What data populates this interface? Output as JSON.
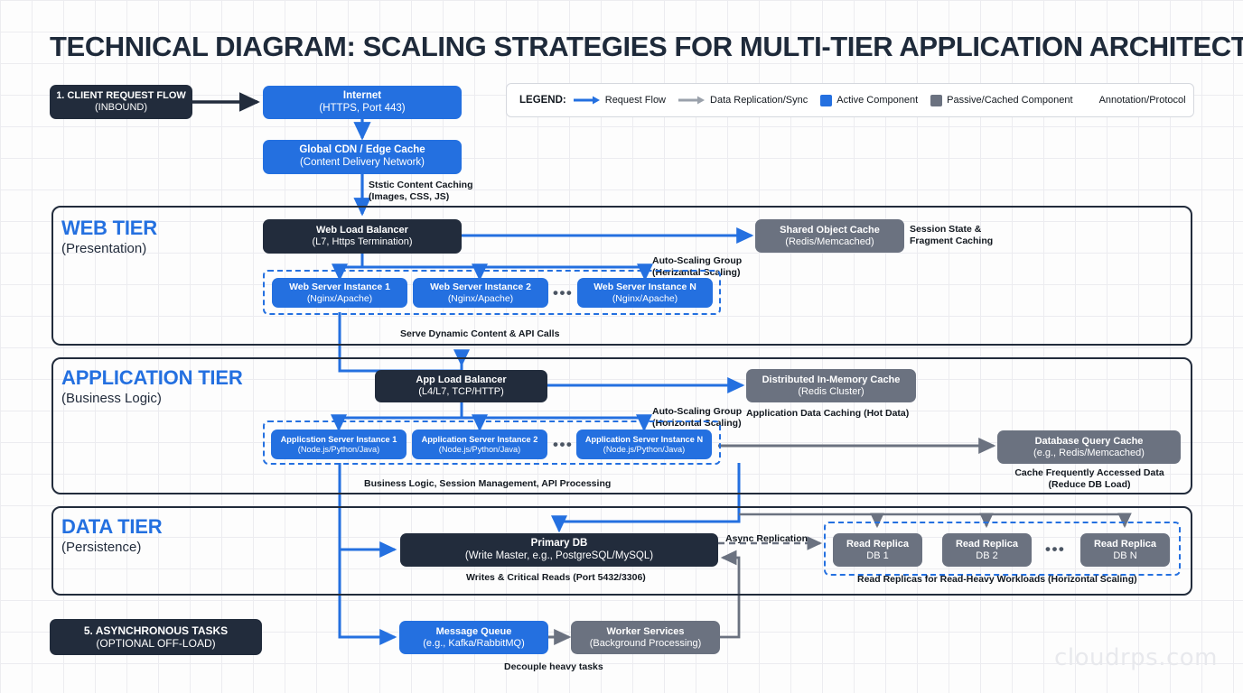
{
  "title": "TECHNICAL DIAGRAM: SCALING STRATEGIES FOR MULTI-TIER APPLICATION ARCHITECTURE",
  "watermark": "cloudrps.com",
  "colors": {
    "active_component": "#2470e0",
    "passive_component": "#6b7280",
    "dark_node": "#222c3c",
    "tier_label": "#2470e0",
    "request_flow_arrow": "#2470e0",
    "replication_arrow": "#6b7280",
    "canvas": "#fdfdfd",
    "grid": "#ececf0"
  },
  "legend": {
    "label": "LEGEND:",
    "items": [
      {
        "icon": "arrow-blue",
        "text": "Request Flow"
      },
      {
        "icon": "arrow-grey",
        "text": "Data Replication/Sync"
      },
      {
        "icon": "swatch-blue",
        "text": "Active Component"
      },
      {
        "icon": "swatch-grey",
        "text": "Passive/Cached Component"
      },
      {
        "icon": "none",
        "text": "Annotation/Protocol"
      }
    ]
  },
  "inbound": {
    "stage_box": {
      "l1": "1. CLIENT REQUEST FLOW",
      "l2": "(INBOUND)"
    },
    "internet": {
      "l1": "Internet",
      "l2": "(HTTPS, Port 443)"
    },
    "cdn": {
      "l1": "Global CDN / Edge Cache",
      "l2": "(Content Delivery Network)"
    },
    "cdn_annotation": {
      "l1": "Ststic Content Caching",
      "l2": "(Images, CSS, JS)"
    }
  },
  "web_tier": {
    "title": "WEB TIER",
    "subtitle": "(Presentation)",
    "load_balancer": {
      "l1": "Web Load Balancer",
      "l2": "(L7, Https Termination)"
    },
    "shared_cache": {
      "l1": "Shared Object Cache",
      "l2": "(Redis/Memcached)"
    },
    "shared_cache_annotation": {
      "l1": "Session State &",
      "l2": "Fragment Caching"
    },
    "autoscaling_annotation": {
      "l1": "Auto-Scaling Group",
      "l2": "(Herizantal Scaling)"
    },
    "instances": [
      {
        "l1": "Web Server Instance 1",
        "l2": "(Nginx/Apache)"
      },
      {
        "l1": "Web Server Instance 2",
        "l2": "(Nginx/Apache)"
      },
      {
        "l1": "Web Server Instance N",
        "l2": "(Nginx/Apache)"
      }
    ],
    "ellipsis": "•••",
    "flow_annotation": "Serve Dynamic Content & API Calls"
  },
  "app_tier": {
    "title": "APPLICATION TIER",
    "subtitle": "(Business Logic)",
    "load_balancer": {
      "l1": "App Load Balancer",
      "l2": "(L4/L7, TCP/HTTP)"
    },
    "memory_cache": {
      "l1": "Distributed In-Memory Cache",
      "l2": "(Redis Cluster)"
    },
    "memory_cache_annotation": "Application Data Caching (Hot Data)",
    "query_cache": {
      "l1": "Database Query Cache",
      "l2": "(e.g., Redis/Memcached)"
    },
    "query_cache_annotation": {
      "l1": "Cache Frequently Accessed Data",
      "l2": "(Reduce DB Load)"
    },
    "autoscaling_annotation": {
      "l1": "Auto-Scaling Group",
      "l2": "(Horizontal Scaling)"
    },
    "instances": [
      {
        "l1": "Applicstion Server Instance 1",
        "l2": "(Node.js/Python/Java)"
      },
      {
        "l1": "Application Server Instance 2",
        "l2": "(Node.js/Python/Java)"
      },
      {
        "l1": "Application Server Instance N",
        "l2": "(Node.js/Python/Java)"
      }
    ],
    "ellipsis": "•••",
    "flow_annotation": "Business Logic, Session Management, API Processing"
  },
  "data_tier": {
    "title": "DATA TIER",
    "subtitle": "(Persistence)",
    "primary_db": {
      "l1": "Primary DB",
      "l2": "(Write Master, e.g., PostgreSQL/MySQL)"
    },
    "primary_db_annotation": "Writes & Critical Reads (Port 5432/3306)",
    "replication_label": "Async Replication",
    "replicas": [
      {
        "l1": "Read Replica",
        "l2": "DB 1"
      },
      {
        "l1": "Read Replica",
        "l2": "DB 2"
      },
      {
        "l1": "Read Replica",
        "l2": "DB N"
      }
    ],
    "ellipsis": "•••",
    "replicas_annotation": "Read Replicas for Read-Heavy Workloads (Horizontal Scaling)"
  },
  "async_tier": {
    "stage_box": {
      "l1": "5. ASYNCHRONOUS TASKS",
      "l2": "(OPTIONAL OFF-LOAD)"
    },
    "message_queue": {
      "l1": "Message Queue",
      "l2": "(e.g., Kafka/RabbitMQ)"
    },
    "worker_services": {
      "l1": "Worker Services",
      "l2": "(Background Processing)"
    },
    "flow_annotation": "Decouple heavy tasks"
  }
}
